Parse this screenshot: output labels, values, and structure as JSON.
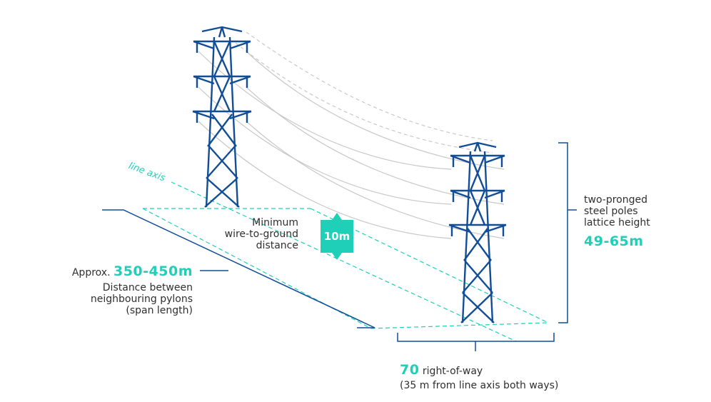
{
  "colors": {
    "tower": "#124d97",
    "teal": "#1fcfb8",
    "wire": "#c8c8c8",
    "text": "#2f2f2f"
  },
  "labels": {
    "line_axis": "line axis",
    "clearance_title": "Minimum\nwire-to-ground\ndistance",
    "clearance_value": "10m",
    "span_prefix": "Approx.",
    "span_value": "350-450m",
    "span_desc": "Distance between\nneighbouring pylons\n(span length)",
    "pole_desc": "two-pronged\nsteel poles\nlattice height",
    "pole_value": "49-65m",
    "row_value": "70",
    "row_label": "right-of-way",
    "row_note": "(35 m from line axis both ways)"
  }
}
